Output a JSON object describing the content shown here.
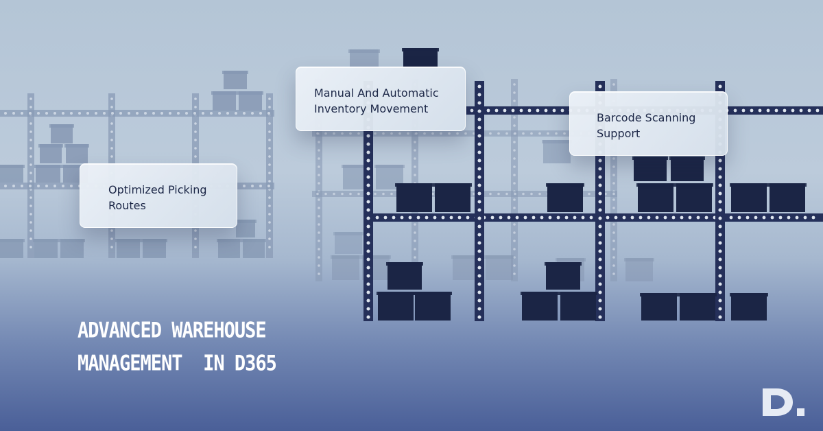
{
  "cards": {
    "picking": {
      "line1": "Optimized Picking",
      "line2": "Routes"
    },
    "movement": {
      "line1": "Manual And Automatic",
      "line2": "Inventory Movement"
    },
    "barcode": {
      "line1": "Barcode Scanning",
      "line2": "Support"
    }
  },
  "headline": {
    "line1": "ADVANCED WAREHOUSE",
    "line2": "MANAGEMENT  IN D365"
  },
  "brand": {
    "logo_icon": "d-logo-icon"
  },
  "colors": {
    "rack_dark": "#25305a",
    "box_dark": "#1b2545",
    "rack_faded": "#8a9bb6",
    "box_faded": "#8698b3",
    "headline_text": "#ffffff"
  }
}
